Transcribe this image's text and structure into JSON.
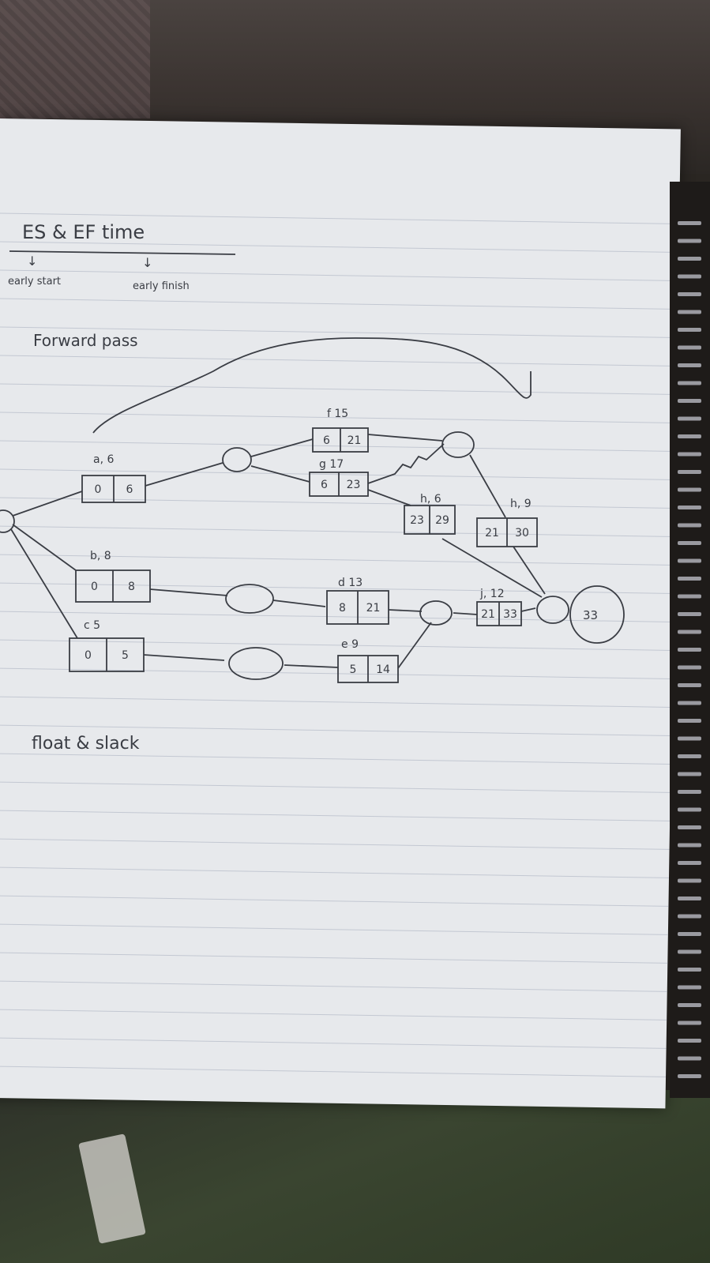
{
  "heading": {
    "title": "ES & EF time",
    "es_note": "early start",
    "ef_note": "early finish"
  },
  "section_forward": "Forward pass",
  "section_float": "float & slack",
  "activities": {
    "a": {
      "label": "a, 6",
      "es": "0",
      "ef": "6"
    },
    "b": {
      "label": "b, 8",
      "es": "0",
      "ef": "8"
    },
    "c": {
      "label": "c 5",
      "es": "0",
      "ef": "5"
    },
    "d": {
      "label": "d 13",
      "es": "8",
      "ef": "21"
    },
    "e": {
      "label": "e 9",
      "es": "5",
      "ef": "14"
    },
    "f": {
      "label": "f 15",
      "es": "6",
      "ef": "21"
    },
    "g": {
      "label": "g 17",
      "es": "6",
      "ef": "23"
    },
    "h1": {
      "label": "h, 6",
      "es": "23",
      "ef": "29"
    },
    "h2": {
      "label": "h, 9",
      "es": "21",
      "ef": "30"
    },
    "j": {
      "label": "j, 12",
      "es": "21",
      "ef": "33"
    }
  },
  "end_node_value": "33",
  "colors": {
    "ink": "#3a3d44",
    "paper": "#e7e9ec",
    "rule": "#c3c8d2",
    "margin": "#c9c9cf"
  }
}
